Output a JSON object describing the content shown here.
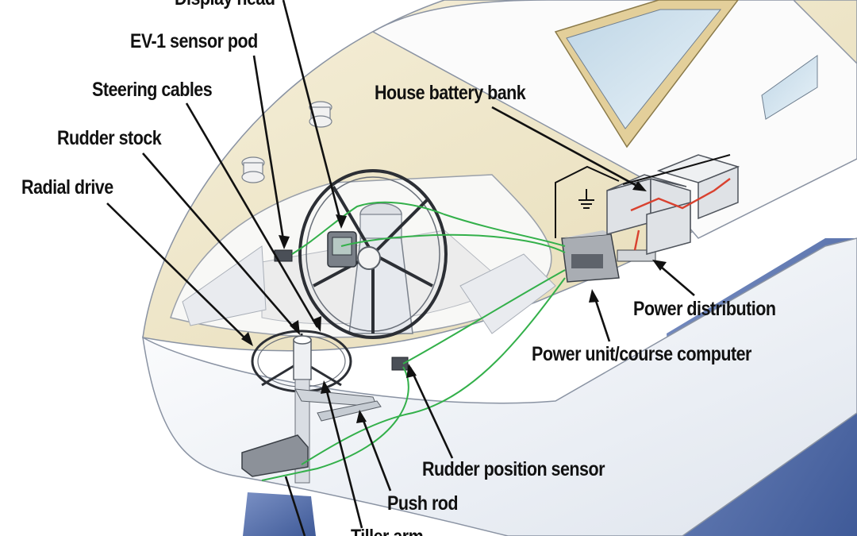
{
  "diagram": {
    "callouts": {
      "display_head": "Display head",
      "ev1_sensor_pod": "EV-1 sensor pod",
      "steering_cables": "Steering cables",
      "rudder_stock": "Rudder stock",
      "radial_drive": "Radial drive",
      "house_battery_bank": "House battery bank",
      "power_distribution": "Power distribution",
      "power_unit_course_computer": "Power unit/course computer",
      "rudder_position_sensor": "Rudder position sensor",
      "push_rod": "Push rod",
      "tiller_arm": "Tiller arm"
    },
    "colors": {
      "hull": "#f3f5f8",
      "deck": "#efe7cf",
      "keel": "#5670a8",
      "data_cable": "#33b04a",
      "power_cable": "#d9412f",
      "leader_line": "#111111"
    }
  }
}
